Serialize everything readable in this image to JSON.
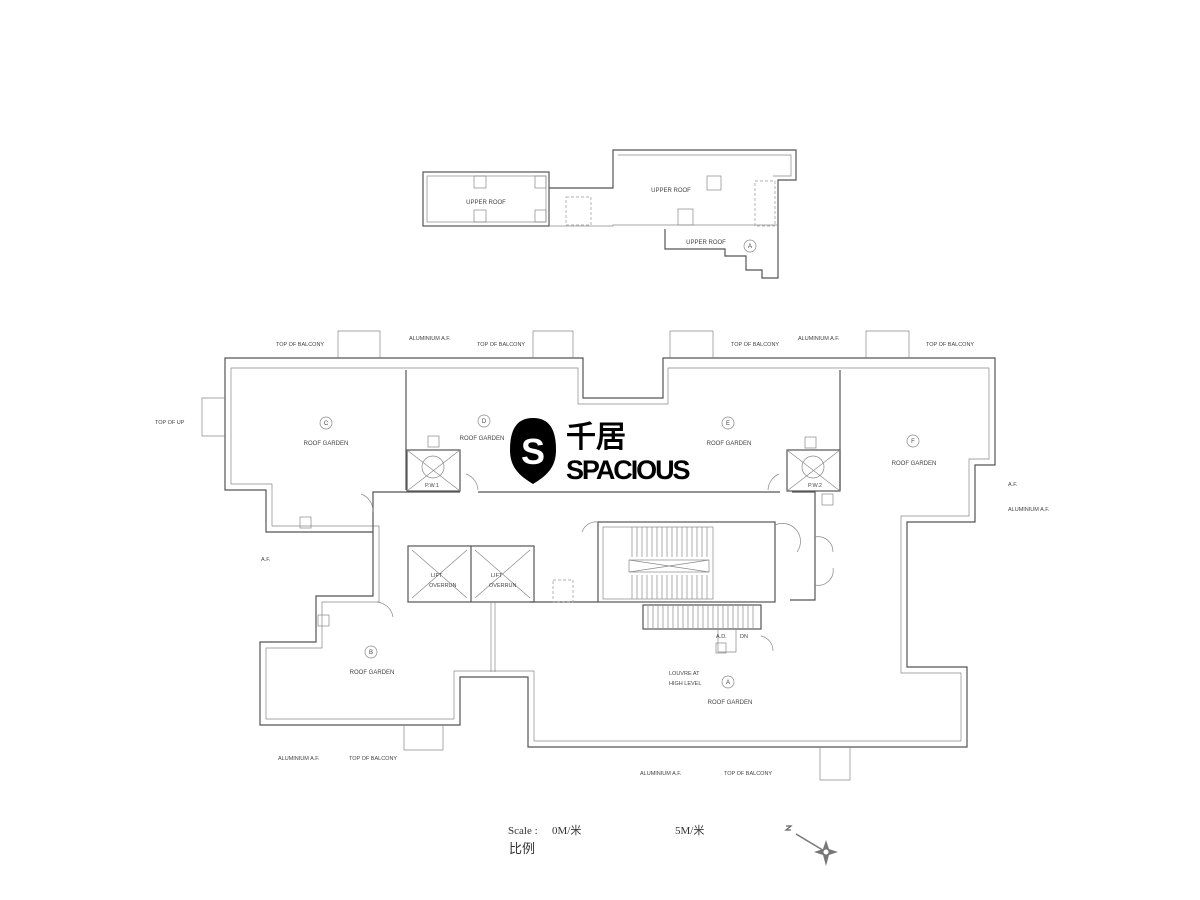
{
  "upper_roof": {
    "labels": [
      "UPPER ROOF",
      "UPPER ROOF",
      "UPPER ROOF"
    ],
    "zone_marker": "A"
  },
  "callouts": {
    "top_of_balcony": "TOP OF BALCONY",
    "aluminium_af": "ALUMINIUM A.F.",
    "top_of_up": "TOP OF UP",
    "af": "A.F.",
    "lift_overrun_1": "LIFT",
    "lift_overrun_2": "OVERRUN",
    "ad": "A.D.",
    "dn": "DN",
    "louvre_1": "LOUVRE AT",
    "louvre_2": "HIGH LEVEL",
    "pw1": "P.W.1",
    "pw2": "P.W.2"
  },
  "zones": [
    {
      "marker": "A",
      "label": "ROOF GARDEN"
    },
    {
      "marker": "B",
      "label": "ROOF GARDEN"
    },
    {
      "marker": "C",
      "label": "ROOF GARDEN"
    },
    {
      "marker": "D",
      "label": "ROOF GARDEN"
    },
    {
      "marker": "E",
      "label": "ROOF GARDEN"
    },
    {
      "marker": "F",
      "label": "ROOF GARDEN"
    }
  ],
  "scale": {
    "label": "Scale :",
    "label_cn": "比例",
    "start": "0M/米",
    "end": "5M/米"
  },
  "logo": {
    "cn": "千居",
    "en": "SPACIOUS",
    "mark": "S"
  }
}
